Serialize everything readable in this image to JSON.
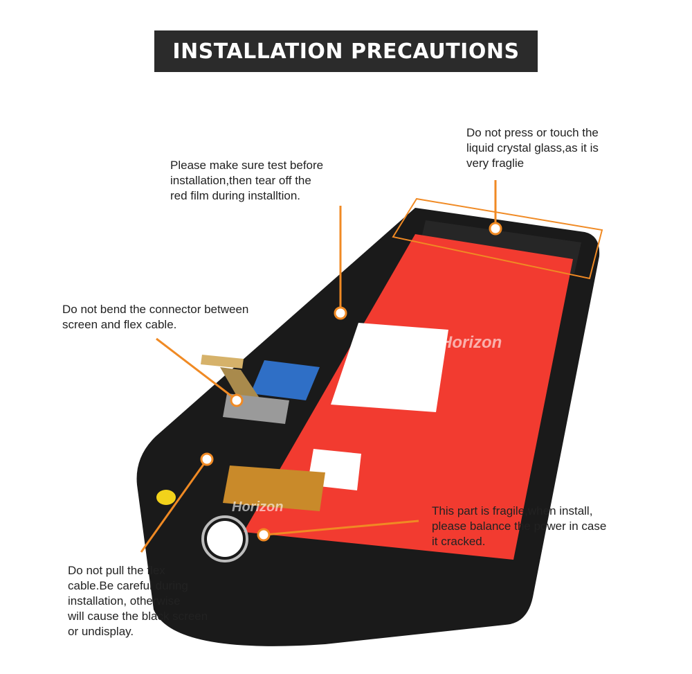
{
  "title": "INSTALLATION PRECAUTIONS",
  "watermark": "Horizon",
  "colors": {
    "title_bg": "#2b2b2b",
    "title_text": "#ffffff",
    "callout_orange": "#f08a24",
    "screen_red": "#f23b30",
    "frame_black": "#1a1a1a",
    "flex_blue": "#2f6fc6"
  },
  "notes": {
    "test_film": {
      "lines": [
        "Please make sure test before",
        "installation,then tear off the",
        "red film during installtion."
      ]
    },
    "no_press": {
      "lines": [
        "Do not press or touch the",
        "liquid crystal glass,as it is",
        "very fraglie"
      ]
    },
    "no_bend": {
      "lines": [
        "Do not bend the connector between",
        "screen and flex cable."
      ]
    },
    "fragile_part": {
      "lines": [
        "This part is fragile,when install,",
        "please balance the power in case",
        "it cracked."
      ]
    },
    "no_pull": {
      "lines": [
        "Do not pull the flex",
        "cable.Be careful during",
        "installation, otherwise",
        "will cause the black screen",
        "or undisplay."
      ]
    }
  }
}
